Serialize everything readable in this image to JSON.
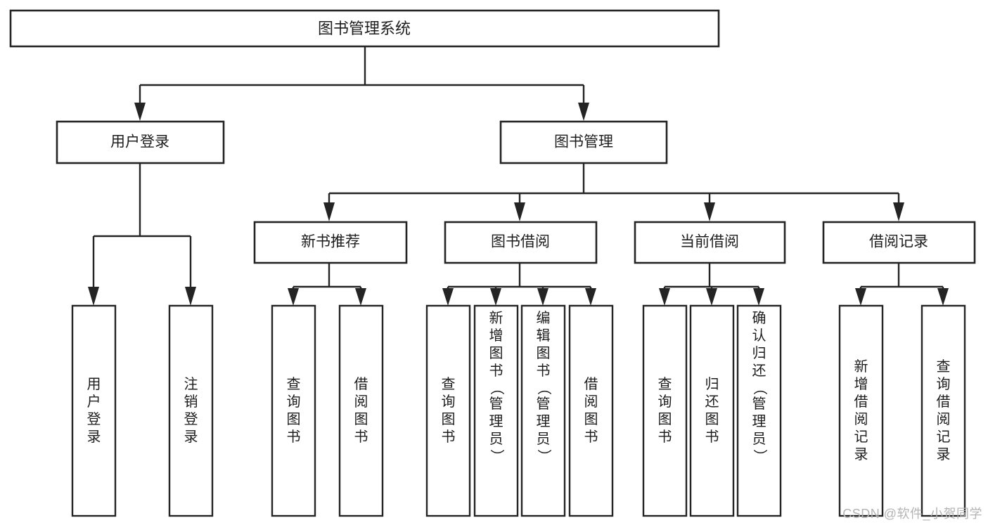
{
  "diagram": {
    "type": "tree",
    "orientation": "top-down",
    "title": "图书管理系统",
    "style": {
      "background": "#ffffff",
      "box_fill": "#ffffff",
      "box_stroke": "#242424",
      "text_color": "#1d1d1d",
      "watermark_color": "#b4b4b4"
    },
    "root": {
      "label": "图书管理系统"
    },
    "level2": [
      {
        "label": "用户登录"
      },
      {
        "label": "图书管理"
      }
    ],
    "level3": [
      {
        "label": "新书推荐"
      },
      {
        "label": "图书借阅"
      },
      {
        "label": "当前借阅"
      },
      {
        "label": "借阅记录"
      }
    ],
    "leaves": {
      "user_login": [
        {
          "label": "用户登录",
          "chars": [
            "用",
            "户",
            "登",
            "录"
          ]
        },
        {
          "label": "注销登录",
          "chars": [
            "注",
            "销",
            "登",
            "录"
          ]
        }
      ],
      "new_book_recommend": [
        {
          "label": "查询图书",
          "chars": [
            "查",
            "询",
            "图",
            "书"
          ]
        },
        {
          "label": "借阅图书",
          "chars": [
            "借",
            "阅",
            "图",
            "书"
          ]
        }
      ],
      "book_borrow": [
        {
          "label": "查询图书",
          "chars": [
            "查",
            "询",
            "图",
            "书"
          ]
        },
        {
          "label": "新增图书（管理员）",
          "chars": [
            "新",
            "增",
            "图",
            "书",
            "（",
            "管",
            "理",
            "员",
            "）"
          ]
        },
        {
          "label": "编辑图书（管理员）",
          "chars": [
            "编",
            "辑",
            "图",
            "书",
            "（",
            "管",
            "理",
            "员",
            "）"
          ]
        },
        {
          "label": "借阅图书",
          "chars": [
            "借",
            "阅",
            "图",
            "书"
          ]
        }
      ],
      "current_borrow": [
        {
          "label": "查询图书",
          "chars": [
            "查",
            "询",
            "图",
            "书"
          ]
        },
        {
          "label": "归还图书",
          "chars": [
            "归",
            "还",
            "图",
            "书"
          ]
        },
        {
          "label": "确认归还（管理员）",
          "chars": [
            "确",
            "认",
            "归",
            "还",
            "（",
            "管",
            "理",
            "员",
            "）"
          ]
        }
      ],
      "borrow_record": [
        {
          "label": "新增借阅记录",
          "chars": [
            "新",
            "增",
            "借",
            "阅",
            "记",
            "录"
          ]
        },
        {
          "label": "查询借阅记录",
          "chars": [
            "查",
            "询",
            "借",
            "阅",
            "记",
            "录"
          ]
        }
      ]
    }
  },
  "watermark": {
    "text": "CSDN @软件_小贺同学"
  }
}
